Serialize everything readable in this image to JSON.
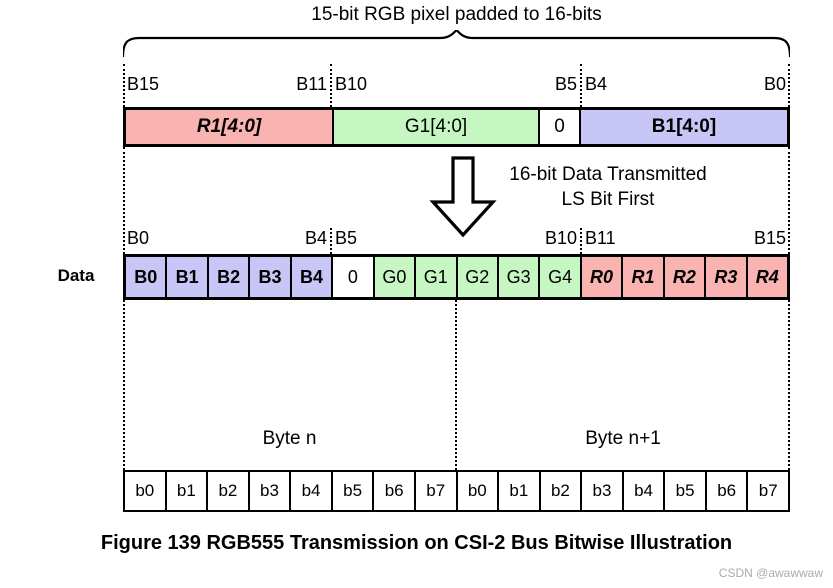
{
  "title": "15-bit RGB pixel padded to 16-bits",
  "pixel_bar": {
    "bit_labels": {
      "b15": "B15",
      "b11": "B11",
      "b10": "B10",
      "b5": "B5",
      "b4": "B4",
      "b0": "B0"
    },
    "segments": [
      {
        "label": "R1[4:0]",
        "bits": 5,
        "color": "#f9b4b1",
        "style": "bold-italic"
      },
      {
        "label": "G1[4:0]",
        "bits": 5,
        "color": "#c6f6c2",
        "style": "regular"
      },
      {
        "label": "0",
        "bits": 1,
        "color": "#ffffff",
        "style": "regular"
      },
      {
        "label": "B1[4:0]",
        "bits": 5,
        "color": "#c7c6f6",
        "style": "bold"
      }
    ]
  },
  "arrow_note": {
    "line1": "16-bit Data Transmitted",
    "line2": "LS Bit First"
  },
  "data_row": {
    "label": "Data",
    "bit_labels": {
      "b0": "B0",
      "b4": "B4",
      "b5": "B5",
      "b10": "B10",
      "b11": "B11",
      "b15": "B15"
    },
    "cells": [
      {
        "label": "B0",
        "color": "#c7c6f6",
        "style": "bold"
      },
      {
        "label": "B1",
        "color": "#c7c6f6",
        "style": "bold"
      },
      {
        "label": "B2",
        "color": "#c7c6f6",
        "style": "bold"
      },
      {
        "label": "B3",
        "color": "#c7c6f6",
        "style": "bold"
      },
      {
        "label": "B4",
        "color": "#c7c6f6",
        "style": "bold"
      },
      {
        "label": "0",
        "color": "#ffffff",
        "style": "regular"
      },
      {
        "label": "G0",
        "color": "#c6f6c2",
        "style": "regular"
      },
      {
        "label": "G1",
        "color": "#c6f6c2",
        "style": "regular"
      },
      {
        "label": "G2",
        "color": "#c6f6c2",
        "style": "regular"
      },
      {
        "label": "G3",
        "color": "#c6f6c2",
        "style": "regular"
      },
      {
        "label": "G4",
        "color": "#c6f6c2",
        "style": "regular"
      },
      {
        "label": "R0",
        "color": "#f9b4b1",
        "style": "bold-italic"
      },
      {
        "label": "R1",
        "color": "#f9b4b1",
        "style": "bold-italic"
      },
      {
        "label": "R2",
        "color": "#f9b4b1",
        "style": "bold-italic"
      },
      {
        "label": "R3",
        "color": "#f9b4b1",
        "style": "bold-italic"
      },
      {
        "label": "R4",
        "color": "#f9b4b1",
        "style": "bold-italic"
      }
    ]
  },
  "bytes": {
    "byte_n_label": "Byte n",
    "byte_n1_label": "Byte n+1",
    "cells": [
      "b0",
      "b1",
      "b2",
      "b3",
      "b4",
      "b5",
      "b6",
      "b7",
      "b0",
      "b1",
      "b2",
      "b3",
      "b4",
      "b5",
      "b6",
      "b7"
    ]
  },
  "caption": "Figure 139 RGB555 Transmission on CSI-2 Bus Bitwise Illustration",
  "watermark": "CSDN @awawwaw",
  "colors": {
    "red": "#f9b4b1",
    "green": "#c6f6c2",
    "blue": "#c7c6f6",
    "white": "#ffffff",
    "line": "#000000",
    "watermark": "#ababab"
  }
}
